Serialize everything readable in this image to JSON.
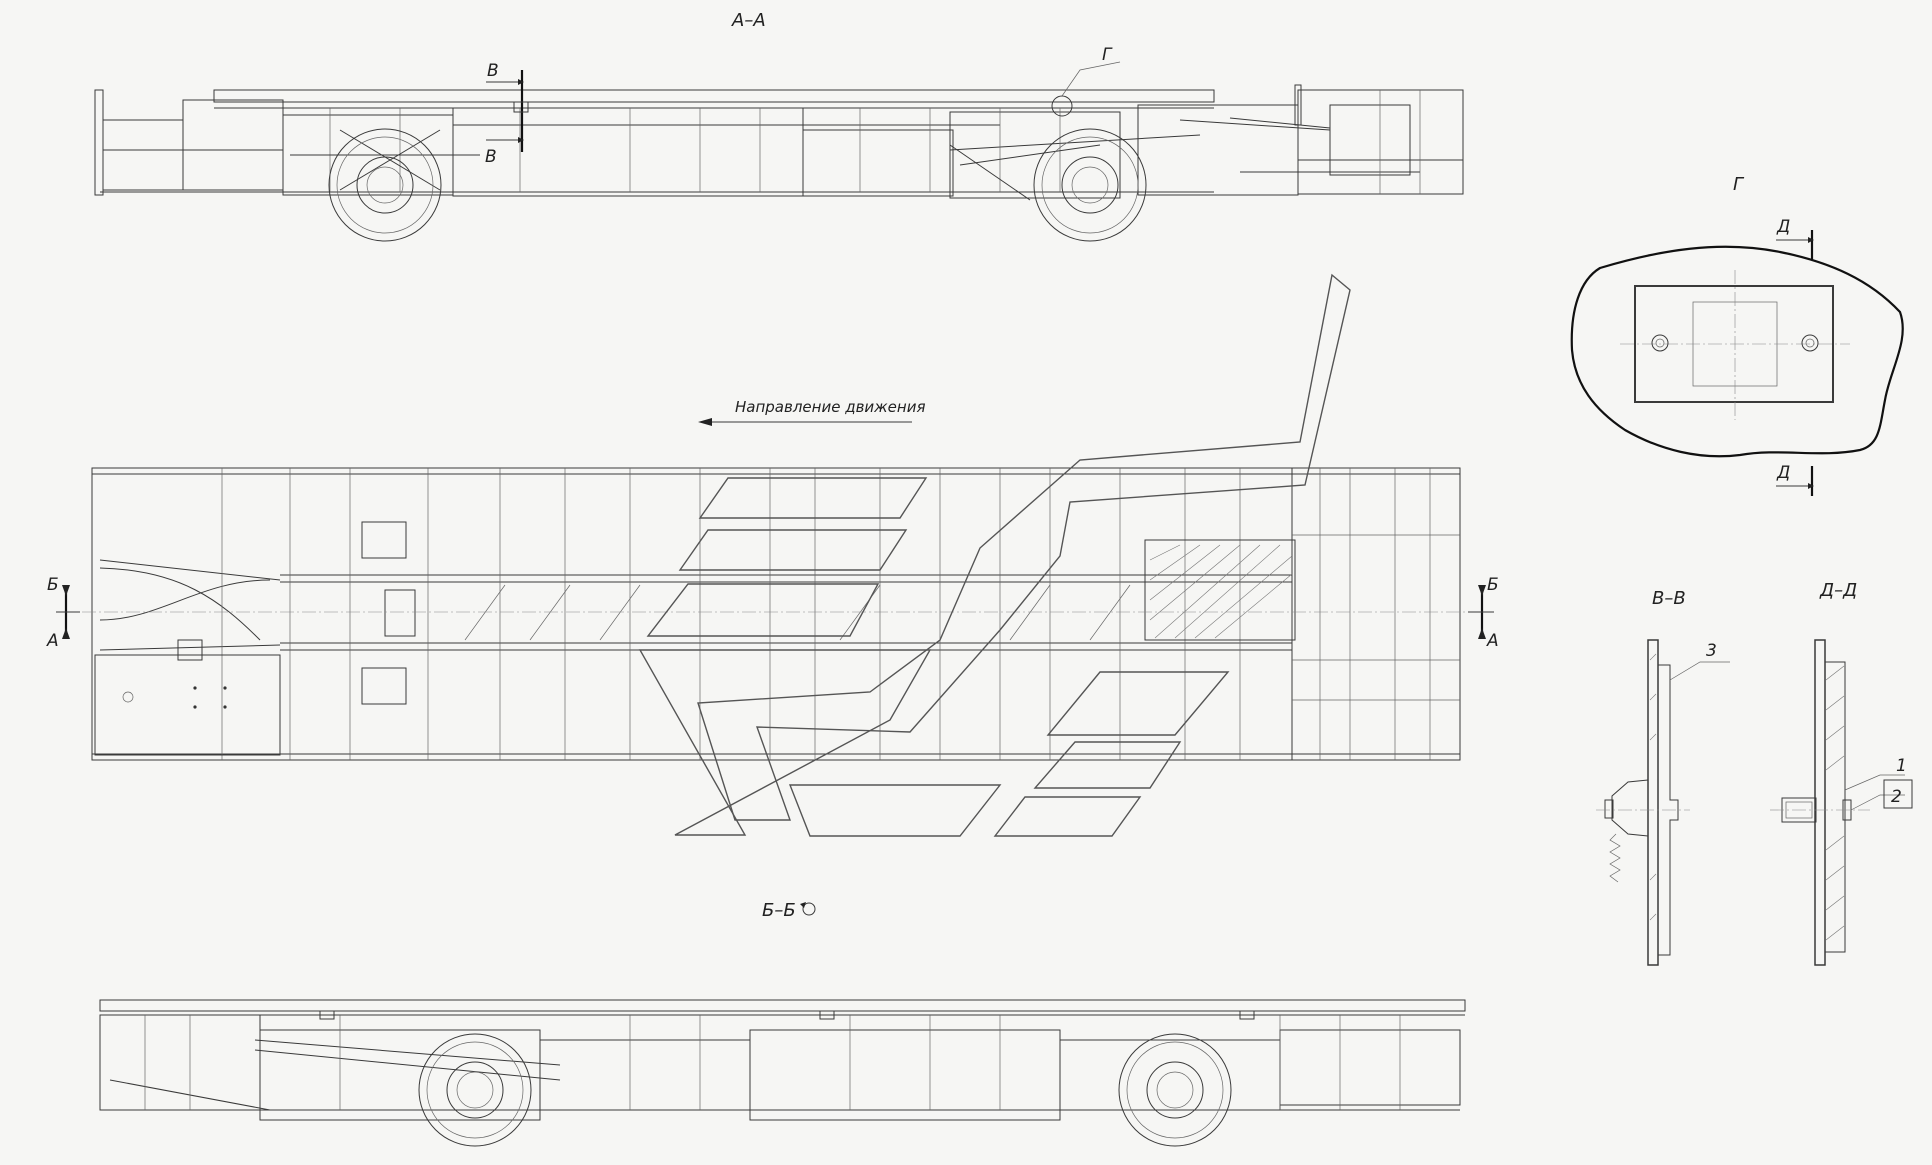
{
  "views": {
    "section_aa": "А–А",
    "section_bb": "Б–Б",
    "view_g": "Г",
    "section_vv": "В–В",
    "section_dd": "Д–Д"
  },
  "markers": {
    "v_top": "В",
    "v_bottom": "В",
    "g_callout": "Г",
    "b_left": "Б",
    "a_left": "А",
    "b_right": "Б",
    "a_right": "А",
    "d_top": "Д",
    "d_bottom": "Д"
  },
  "direction_label": "Направление движения",
  "positions": {
    "p1": "1",
    "p2": "2",
    "p3": "3"
  }
}
